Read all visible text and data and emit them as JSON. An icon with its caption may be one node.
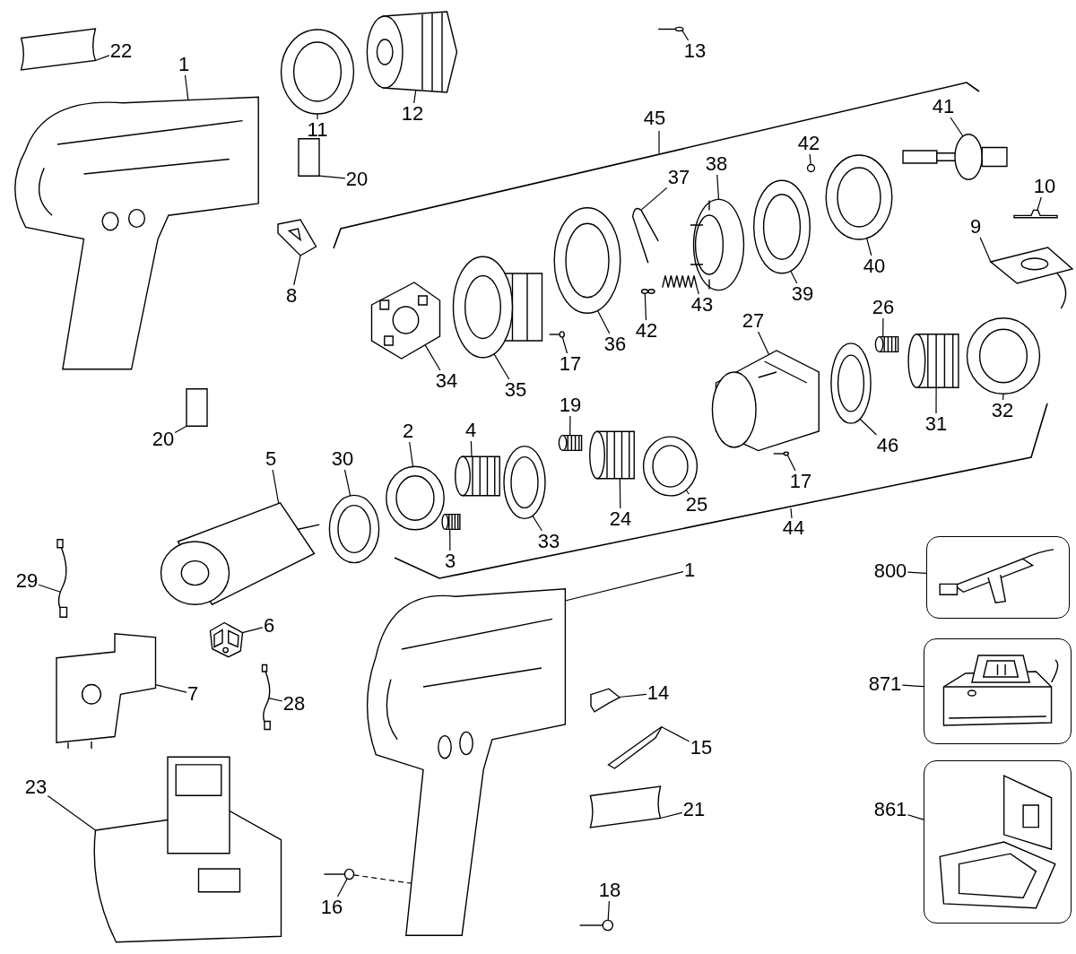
{
  "diagram": {
    "nodes": [
      {
        "text": [
          "22"
        ]
      },
      {
        "text": [],
        "shape": "picture"
      },
      {
        "text": [
          "1"
        ]
      },
      {
        "text": [],
        "shape": "picture"
      },
      {
        "text": [
          "11"
        ]
      },
      {
        "text": [],
        "shape": "picture"
      },
      {
        "text": [
          "12"
        ]
      },
      {
        "text": [],
        "shape": "picture"
      },
      {
        "text": [
          "13"
        ]
      },
      {
        "text": [],
        "shape": "picture"
      },
      {
        "text": [
          "20"
        ]
      },
      {
        "text": [],
        "shape": "box"
      },
      {
        "text": [
          "41"
        ]
      },
      {
        "text": [],
        "shape": "picture"
      },
      {
        "text": [
          "42"
        ]
      },
      {
        "text": [],
        "shape": "circle"
      },
      {
        "text": [
          "37"
        ]
      },
      {
        "text": [],
        "shape": "picture"
      },
      {
        "text": [
          "38"
        ]
      },
      {
        "text": [],
        "shape": "picture"
      },
      {
        "text": [
          "10"
        ]
      },
      {
        "text": [],
        "shape": "picture"
      },
      {
        "text": [
          "9"
        ]
      },
      {
        "text": [],
        "shape": "picture"
      },
      {
        "text": [
          "8"
        ]
      },
      {
        "text": [],
        "shape": "picture"
      },
      {
        "text": [
          "40"
        ]
      },
      {
        "text": [],
        "shape": "picture"
      },
      {
        "text": [
          "39"
        ]
      },
      {
        "text": [],
        "shape": "picture"
      },
      {
        "text": [
          "43"
        ]
      },
      {
        "text": [],
        "shape": "picture"
      },
      {
        "text": [
          "42"
        ]
      },
      {
        "text": [],
        "shape": "picture"
      },
      {
        "text": [
          "36"
        ]
      },
      {
        "text": [],
        "shape": "picture"
      },
      {
        "text": [
          "17"
        ]
      },
      {
        "text": [],
        "shape": "picture"
      },
      {
        "text": [
          "34"
        ]
      },
      {
        "text": [],
        "shape": "picture"
      },
      {
        "text": [
          "35"
        ]
      },
      {
        "text": [],
        "shape": "picture"
      },
      {
        "text": [
          "26"
        ]
      },
      {
        "text": [],
        "shape": "picture"
      },
      {
        "text": [
          "27"
        ]
      },
      {
        "text": [],
        "shape": "picture"
      },
      {
        "text": [
          "20"
        ]
      },
      {
        "text": [],
        "shape": "box"
      },
      {
        "text": [
          "19"
        ]
      },
      {
        "text": [],
        "shape": "picture"
      },
      {
        "text": [
          "2"
        ]
      },
      {
        "text": [],
        "shape": "picture"
      },
      {
        "text": [
          "4"
        ]
      },
      {
        "text": [],
        "shape": "picture"
      },
      {
        "text": [
          "5"
        ]
      },
      {
        "text": [],
        "shape": "picture"
      },
      {
        "text": [
          "30"
        ]
      },
      {
        "text": [],
        "shape": "picture"
      },
      {
        "text": [
          "31"
        ]
      },
      {
        "text": [],
        "shape": "picture"
      },
      {
        "text": [
          "32"
        ]
      },
      {
        "text": [],
        "shape": "picture"
      },
      {
        "text": [
          "46"
        ]
      },
      {
        "text": [],
        "shape": "picture"
      },
      {
        "text": [
          "17"
        ]
      },
      {
        "text": [],
        "shape": "picture"
      },
      {
        "text": [
          "25"
        ]
      },
      {
        "text": [],
        "shape": "picture"
      },
      {
        "text": [
          "24"
        ]
      },
      {
        "text": [],
        "shape": "picture"
      },
      {
        "text": [
          "33"
        ]
      },
      {
        "text": [],
        "shape": "picture"
      },
      {
        "text": [
          "3"
        ]
      },
      {
        "text": [],
        "shape": "picture"
      },
      {
        "text": [
          "1"
        ]
      },
      {
        "text": [],
        "shape": "picture"
      },
      {
        "text": [
          "29"
        ]
      },
      {
        "text": [],
        "shape": "picture"
      },
      {
        "text": [
          "800"
        ]
      },
      {
        "text": [],
        "shape": "box"
      },
      {
        "text": [],
        "shape": "picture",
        "in": 79
      },
      {
        "text": [
          "6"
        ]
      },
      {
        "text": [],
        "shape": "picture"
      },
      {
        "text": [
          "7"
        ]
      },
      {
        "text": [],
        "shape": "picture"
      },
      {
        "text": [
          "28"
        ]
      },
      {
        "text": [],
        "shape": "picture"
      },
      {
        "text": [
          "871"
        ]
      },
      {
        "text": [],
        "shape": "box"
      },
      {
        "text": [],
        "shape": "picture",
        "in": 88
      },
      {
        "text": [
          "14"
        ]
      },
      {
        "text": [],
        "shape": "picture"
      },
      {
        "text": [
          "15"
        ]
      },
      {
        "text": [],
        "shape": "picture"
      },
      {
        "text": [
          "21"
        ]
      },
      {
        "text": [],
        "shape": "picture"
      },
      {
        "text": [
          "861"
        ]
      },
      {
        "text": [],
        "shape": "box"
      },
      {
        "text": [],
        "shape": "picture",
        "in": 97
      },
      {
        "text": [
          "23"
        ]
      },
      {
        "text": [],
        "shape": "picture"
      },
      {
        "text": [
          "16"
        ]
      },
      {
        "text": [],
        "shape": "picture"
      },
      {
        "text": [
          "18"
        ]
      },
      {
        "text": [],
        "shape": "picture"
      }
    ],
    "edges": [
      {
        "from": 0,
        "to": 1,
        "arrow": "none"
      },
      {
        "from": 2,
        "to": 3,
        "arrow": "none"
      },
      {
        "from": 4,
        "to": 5,
        "arrow": "none"
      },
      {
        "from": 6,
        "to": 7,
        "arrow": "none"
      },
      {
        "from": 8,
        "to": 9,
        "arrow": "none"
      },
      {
        "from": 10,
        "to": 11,
        "arrow": "none"
      },
      {
        "from": 12,
        "to": 13,
        "arrow": "none"
      },
      {
        "from": 14,
        "to": 15,
        "arrow": "none"
      },
      {
        "from": 16,
        "to": 17,
        "arrow": "none"
      },
      {
        "from": 18,
        "to": 19,
        "arrow": "none"
      },
      {
        "from": 20,
        "to": 21,
        "arrow": "none"
      },
      {
        "from": 22,
        "to": 23,
        "arrow": "none"
      },
      {
        "from": 24,
        "to": 25,
        "arrow": "none"
      },
      {
        "from": 26,
        "to": 27,
        "arrow": "none"
      },
      {
        "from": 28,
        "to": 29,
        "arrow": "none"
      },
      {
        "from": 30,
        "to": 31,
        "arrow": "none"
      },
      {
        "from": 32,
        "to": 33,
        "arrow": "none"
      },
      {
        "from": 34,
        "to": 35,
        "arrow": "none"
      },
      {
        "from": 36,
        "to": 37,
        "arrow": "none"
      },
      {
        "from": 38,
        "to": 39,
        "arrow": "none"
      },
      {
        "from": 40,
        "to": 41,
        "arrow": "none"
      },
      {
        "from": 42,
        "to": 43,
        "arrow": "none"
      },
      {
        "from": 44,
        "to": 45,
        "arrow": "none"
      },
      {
        "from": 46,
        "to": 47,
        "arrow": "none"
      },
      {
        "from": 48,
        "to": 49,
        "arrow": "none"
      },
      {
        "from": 50,
        "to": 51,
        "arrow": "none"
      },
      {
        "from": 52,
        "to": 53,
        "arrow": "none"
      },
      {
        "from": 54,
        "to": 55,
        "arrow": "none"
      },
      {
        "from": 56,
        "to": 57,
        "arrow": "none"
      },
      {
        "from": 58,
        "to": 59,
        "arrow": "none"
      },
      {
        "from": 60,
        "to": 61,
        "arrow": "none"
      },
      {
        "from": 62,
        "to": 63,
        "arrow": "none"
      },
      {
        "from": 64,
        "to": 65,
        "arrow": "none"
      },
      {
        "from": 66,
        "to": 67,
        "arrow": "none"
      },
      {
        "from": 68,
        "to": 69,
        "arrow": "none"
      },
      {
        "from": 70,
        "to": 71,
        "arrow": "none"
      },
      {
        "from": 72,
        "to": 73,
        "arrow": "none"
      },
      {
        "from": 74,
        "to": 75,
        "arrow": "none"
      },
      {
        "from": 76,
        "to": 77,
        "arrow": "none"
      },
      {
        "from": 78,
        "to": 79,
        "arrow": "none"
      },
      {
        "from": 81,
        "to": 82,
        "arrow": "none"
      },
      {
        "from": 83,
        "to": 84,
        "arrow": "none"
      },
      {
        "from": 85,
        "to": 86,
        "arrow": "none"
      },
      {
        "from": 87,
        "to": 88,
        "arrow": "none"
      },
      {
        "from": 90,
        "to": 91,
        "arrow": "none"
      },
      {
        "from": 92,
        "to": 93,
        "arrow": "none"
      },
      {
        "from": 94,
        "to": 95,
        "arrow": "none"
      },
      {
        "from": 96,
        "to": 97,
        "arrow": "none"
      },
      {
        "from": 99,
        "to": 100,
        "arrow": "none"
      },
      {
        "from": 101,
        "to": 102,
        "arrow": "none"
      },
      {
        "from": 103,
        "to": 104,
        "arrow": "none"
      },
      {
        "from": 102,
        "to": 75,
        "arrow": "none",
        "style": "dashed"
      }
    ],
    "labels": [
      "45",
      "44"
    ]
  }
}
